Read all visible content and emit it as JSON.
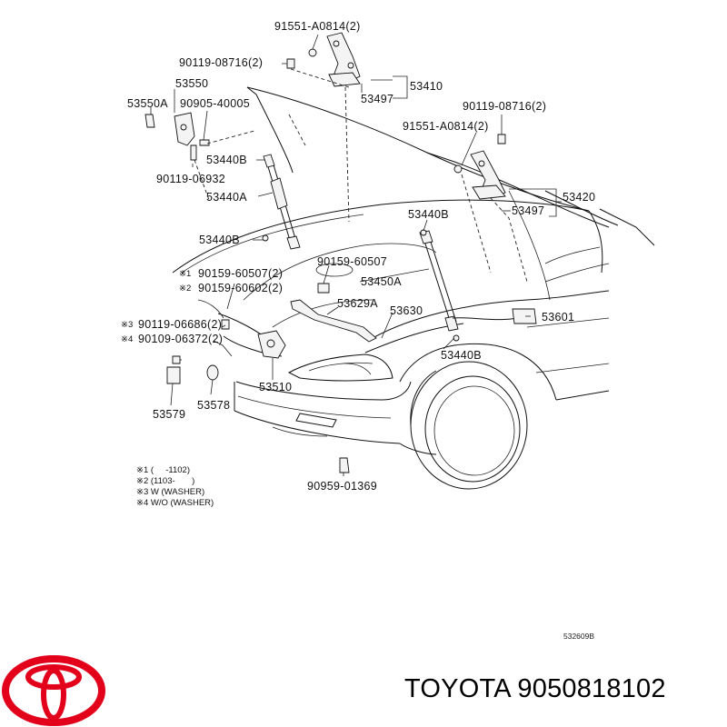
{
  "labels": {
    "l01": "91551-A0814(2)",
    "l02": "90119-08716(2)",
    "l03": "53550",
    "l04": "53550A",
    "l05": "90905-40005",
    "l06": "53497",
    "l07": "53410",
    "l08": "90119-08716(2)",
    "l09": "91551-A0814(2)",
    "l10": "53440B",
    "l11": "90119-06932",
    "l12": "53440A",
    "l13": "53420",
    "l14": "53497",
    "l15": "53440B",
    "l16": "53440B",
    "l17": "90159-60507",
    "l18": "90159-60507(2)",
    "l19": "90159-60602(2)",
    "l20": "53450A",
    "l21": "53629A",
    "l22": "53630",
    "l23": "53601",
    "l24": "90119-06686(2)",
    "l25": "90109-06372(2)",
    "l26": "53440B",
    "l27": "53510",
    "l28": "53578",
    "l29": "53579",
    "l30": "90959-01369",
    "m1": "※1",
    "m2": "※2",
    "m3": "※3",
    "m4": "※4"
  },
  "notes": [
    "※1 (     -1102)",
    "※2 (1103-       )",
    "※3 W (WASHER)",
    "※4 W/O (WASHER)"
  ],
  "diagram_ref": "532609B",
  "caption": "TOYOTA 9050818102",
  "colors": {
    "logo_red": "#e3001b",
    "ink": "#111111"
  }
}
